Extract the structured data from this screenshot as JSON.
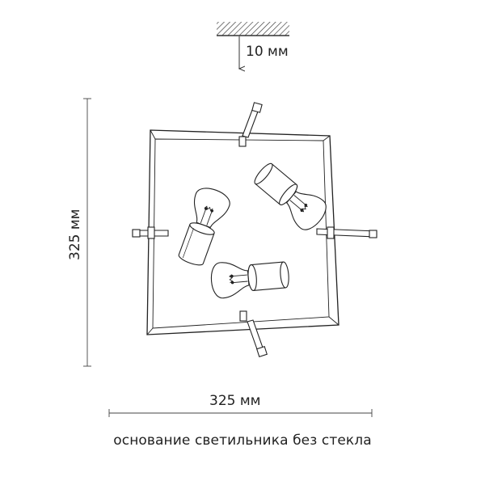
{
  "dimensions": {
    "mount_offset": "10 мм",
    "height": "325 мм",
    "width": "325 мм"
  },
  "caption": "основание светильника без стекла"
}
